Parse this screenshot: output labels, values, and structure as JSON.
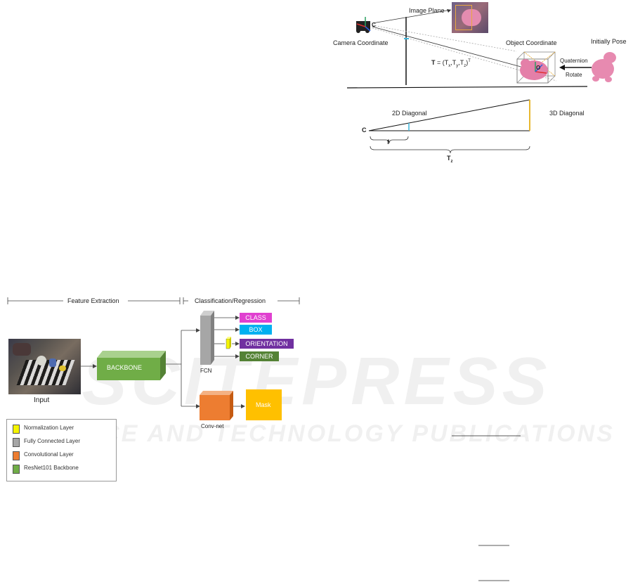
{
  "watermark": {
    "main": "SCITEPRESS",
    "sub": "SCIENCE AND TECHNOLOGY PUBLICATIONS"
  },
  "pose_figure": {
    "image_plane": "Image Plane",
    "camera_coordinate": "Camera Coordinate",
    "object_coordinate": "Object Coordinate",
    "initially_pose": "Initially Pose",
    "quaternion": "Quaternion",
    "rotate": "Rotate",
    "translation_bold": "T",
    "translation_eq": " = (T",
    "tx_sub": "x",
    "ty_part": ",T",
    "ty_sub": "y",
    "tz_part": ",T",
    "tz_sub": "z",
    "close_sup": ")",
    "transpose_sup": "T",
    "camera_c": "C",
    "object_o": "O",
    "diag_2d": "2D Diagonal",
    "diag_3d": "3D Diagonal",
    "c_label": "C",
    "f_label": "f",
    "tz_label": "T",
    "tz_label_sub": "z"
  },
  "network_figure": {
    "feature_extraction": "Feature Extraction",
    "classification_regression": "Classification/Regression",
    "input_label": "Input",
    "backbone": "BACKBONE",
    "fcn": "FCN",
    "conv_net": "Conv-net",
    "mask": "Mask",
    "class": "CLASS",
    "box": "BOX",
    "orientation": "ORIENTATION",
    "corner": "CORNER",
    "colors": {
      "backbone": "#70ad47",
      "fcn": "#a6a6a6",
      "conv": "#ed7d31",
      "mask": "#ffc000",
      "class": "#e040d0",
      "box": "#00b0f0",
      "orientation": "#7030a0",
      "corner": "#548235",
      "norm": "#f5f500"
    },
    "legend": [
      {
        "label": "Normalization Layer",
        "color": "#f5f500"
      },
      {
        "label": "Fully Connected Layer",
        "color": "#a6a6a6"
      },
      {
        "label": "Convolutional Layer",
        "color": "#ed7d31"
      },
      {
        "label": "ResNet101 Backbone",
        "color": "#70ad47"
      }
    ]
  }
}
